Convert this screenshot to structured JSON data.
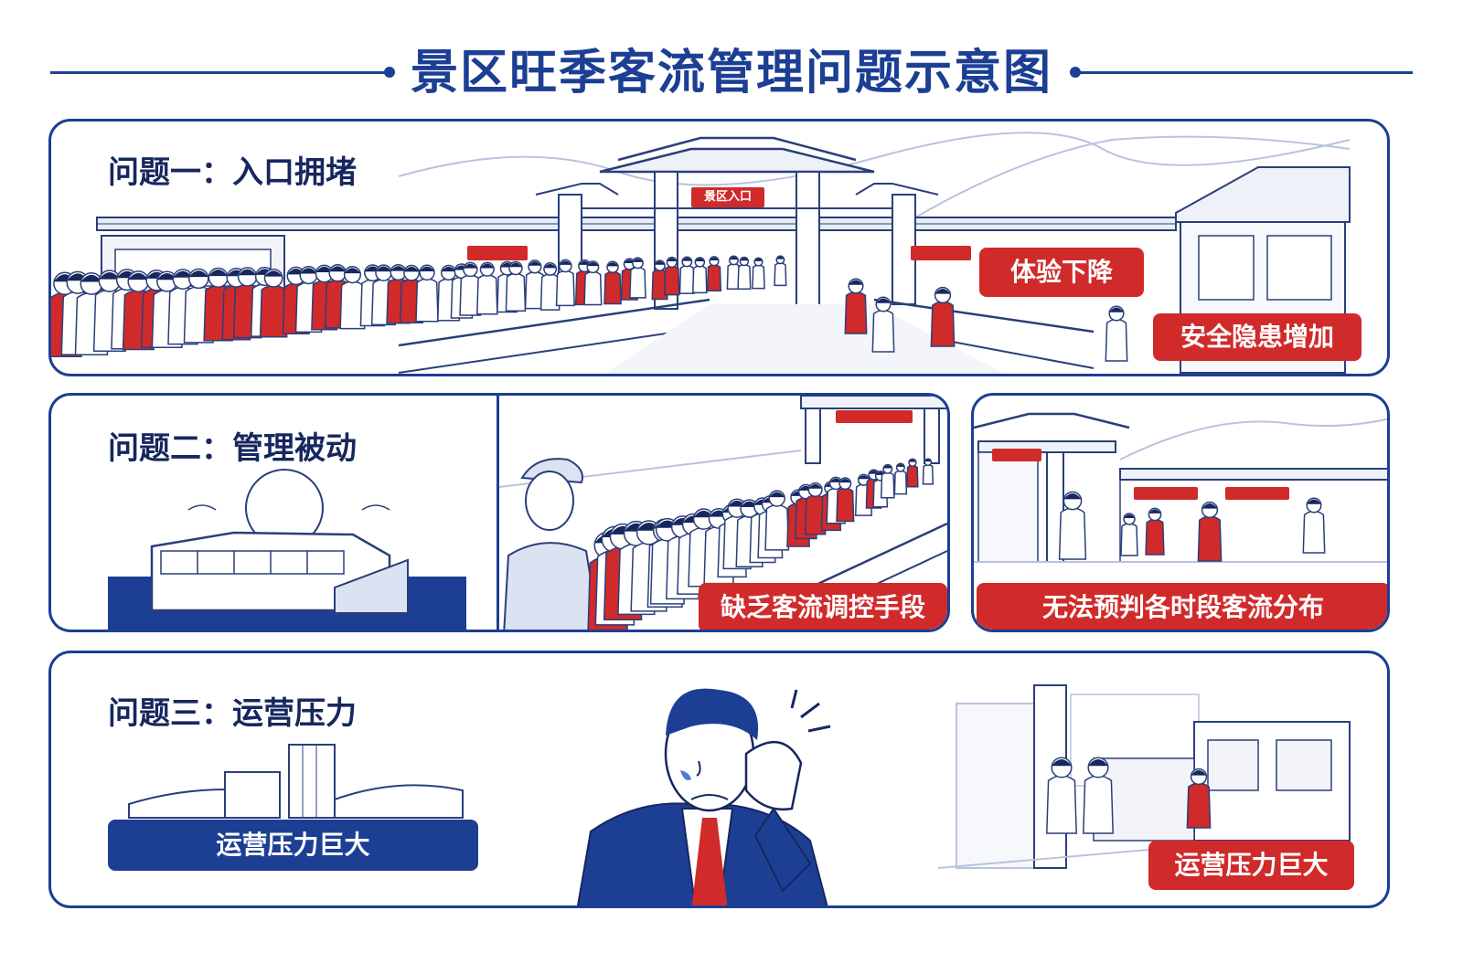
{
  "header": {
    "title": "景区旺季客流管理问题示意图"
  },
  "panel1": {
    "title": "问题一：入口拥堵",
    "gate_sign": "景区入口",
    "tag_experience": "体验下降",
    "tag_safety": "安全隐患增加"
  },
  "panel2": {
    "title": "问题二：管理被动",
    "tag_no_control": "缺乏客流调控手段",
    "tag_no_forecast": "无法预判各时段客流分布"
  },
  "panel3": {
    "title": "问题三：运营压力",
    "tag_left": "运营压力巨大",
    "tag_right": "运营压力巨大"
  },
  "colors": {
    "navy": "#1c3f94",
    "red": "#d12a2a",
    "line": "#2a3f7a"
  }
}
